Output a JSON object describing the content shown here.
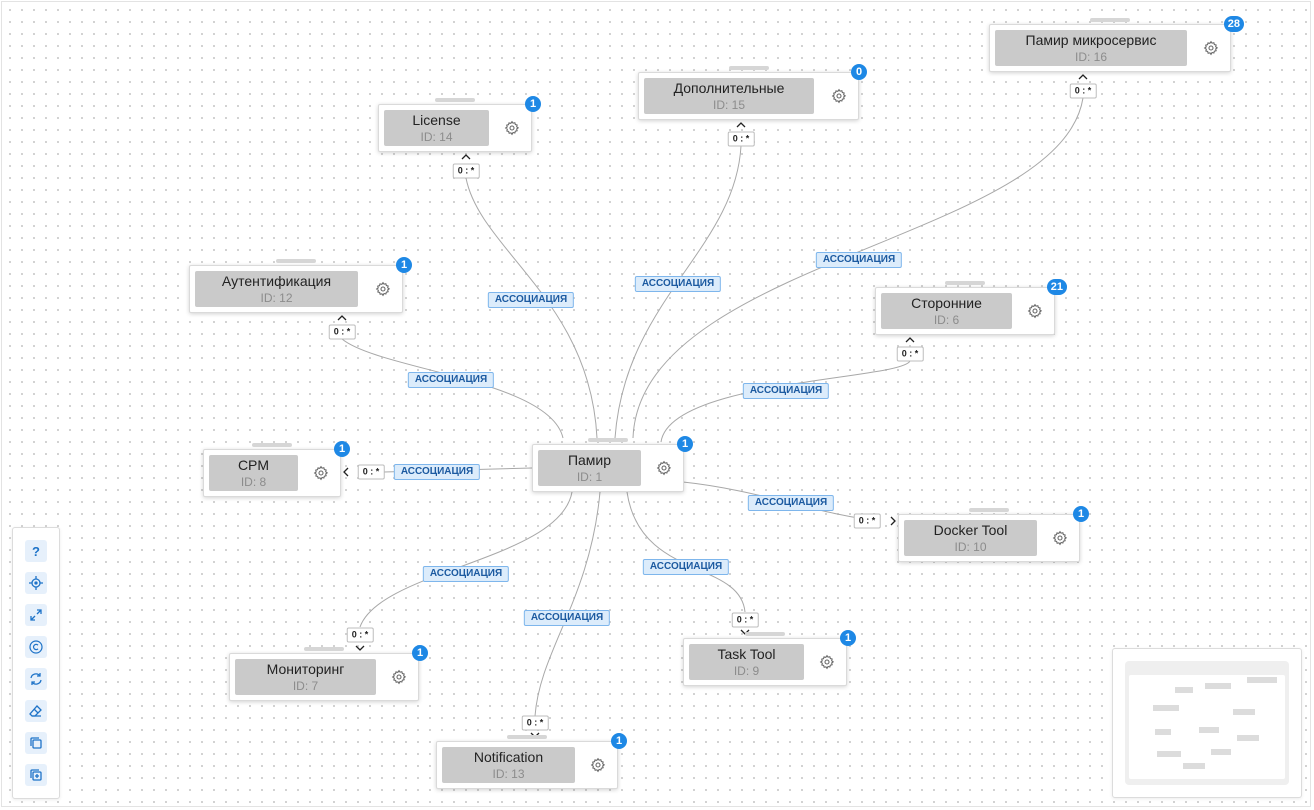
{
  "edge_label": "АССОЦИАЦИЯ",
  "multiplicity": "0 : *",
  "accent_color": "#1e88e5",
  "nodes": {
    "pamir": {
      "title": "Памир",
      "id_label": "ID: 1",
      "count": "1"
    },
    "license": {
      "title": "License",
      "id_label": "ID: 14",
      "count": "1"
    },
    "dop": {
      "title": "Дополнительные",
      "id_label": "ID: 15",
      "count": "0"
    },
    "micro": {
      "title": "Памир микросервис",
      "id_label": "ID: 16",
      "count": "28"
    },
    "auth": {
      "title": "Аутентификация",
      "id_label": "ID: 12",
      "count": "1"
    },
    "storon": {
      "title": "Сторонние",
      "id_label": "ID: 6",
      "count": "21"
    },
    "cpm": {
      "title": "CPM",
      "id_label": "ID: 8",
      "count": "1"
    },
    "docker": {
      "title": "Docker Tool",
      "id_label": "ID: 10",
      "count": "1"
    },
    "monit": {
      "title": "Мониторинг",
      "id_label": "ID: 7",
      "count": "1"
    },
    "task": {
      "title": "Task Tool",
      "id_label": "ID: 9",
      "count": "1"
    },
    "notif": {
      "title": "Notification",
      "id_label": "ID: 13",
      "count": "1"
    }
  },
  "toolbar": {
    "icons": [
      "help-icon",
      "locate-icon",
      "expand-icon",
      "copyright-icon",
      "refresh-icon",
      "eraser-icon",
      "copy-icon",
      "add-copy-icon"
    ]
  }
}
